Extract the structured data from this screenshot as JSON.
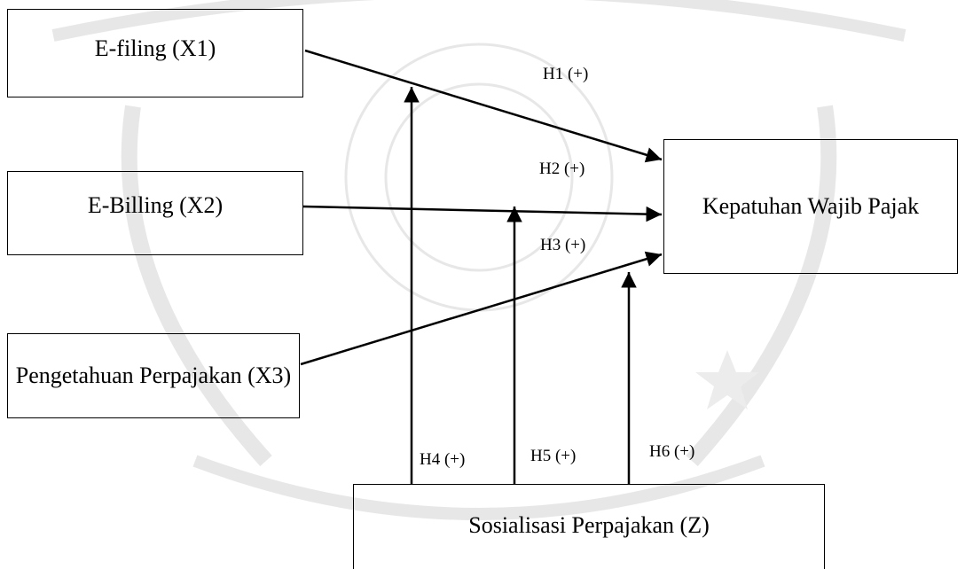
{
  "nodes": {
    "x1": "E-filing (X1)",
    "x2": "E-Billing (X2)",
    "x3": "Pengetahuan Perpajakan (X3)",
    "y": "Kepatuhan Wajib Pajak",
    "z": "Sosialisasi Perpajakan (Z)"
  },
  "hypotheses": {
    "h1": "H1 (+)",
    "h2": "H2 (+)",
    "h3": "H3 (+)",
    "h4": "H4 (+)",
    "h5": "H5 (+)",
    "h6": "H6 (+)"
  },
  "colors": {
    "stroke": "#000000",
    "watermark": "#c8c8c8"
  }
}
